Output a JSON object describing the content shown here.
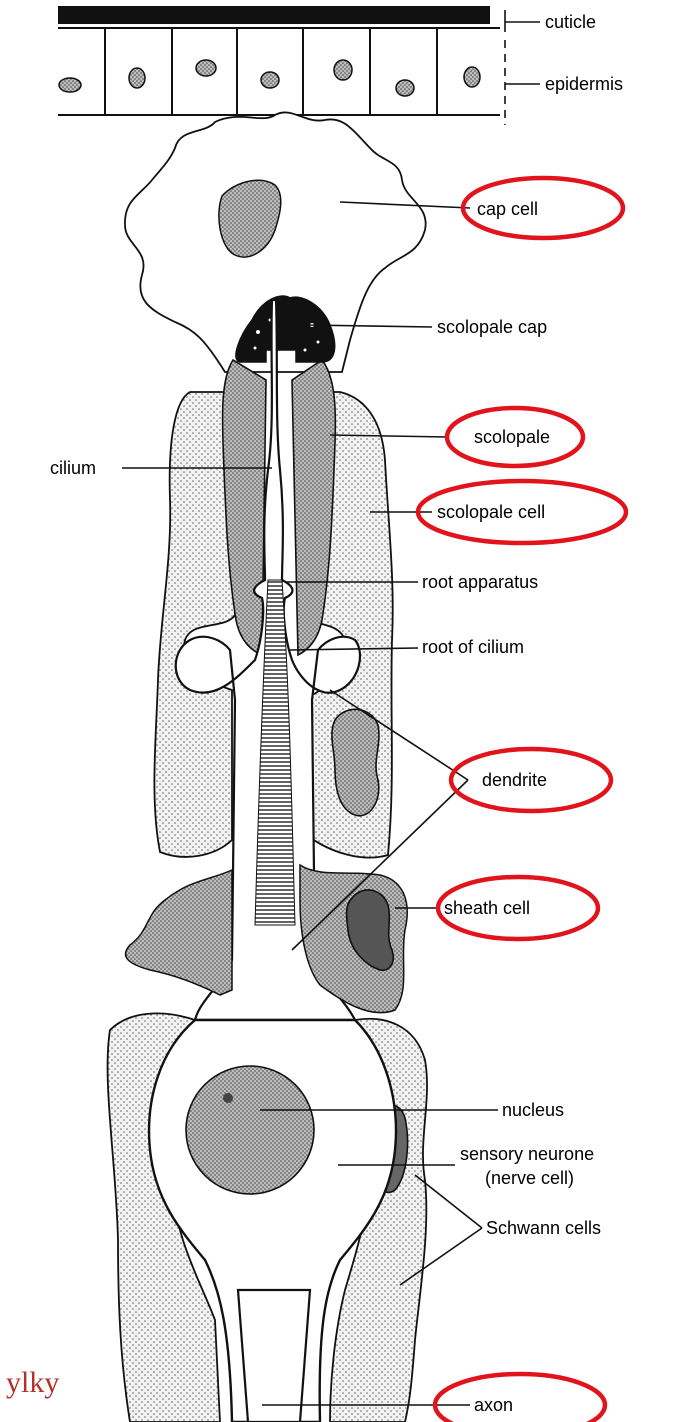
{
  "labels": {
    "cuticle": "cuticle",
    "epidermis": "epidermis",
    "cap_cell": "cap cell",
    "scolopale_cap": "scolopale cap",
    "scolopale": "scolopale",
    "cilium": "cilium",
    "scolopale_cell": "scolopale cell",
    "root_apparatus": "root apparatus",
    "root_of_cilium": "root of cilium",
    "dendrite": "dendrite",
    "sheath_cell": "sheath cell",
    "nucleus": "nucleus",
    "sensory_neurone_line1": "sensory neurone",
    "sensory_neurone_line2": "(nerve cell)",
    "schwann_cells": "Schwann cells",
    "axon": "axon"
  },
  "watermark": "ylky",
  "highlighted_labels": [
    "cap cell",
    "scolopale",
    "scolopale cell",
    "dendrite",
    "sheath cell",
    "axon"
  ],
  "colors": {
    "highlight_ellipse": "#e0141a",
    "watermark": "#b5302a",
    "stipple_fill": "#d6d6d6",
    "dark_fill": "#222222",
    "nucleus_fill": "#9a9a9a"
  }
}
